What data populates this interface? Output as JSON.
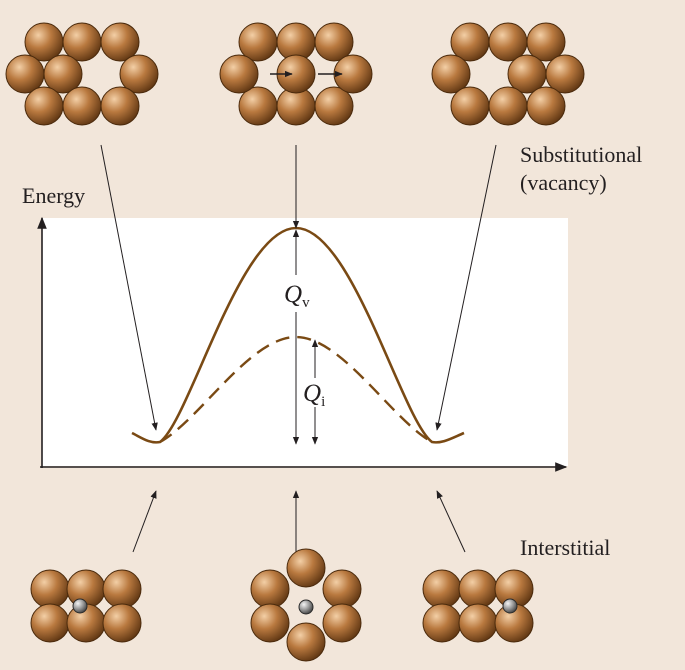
{
  "labels": {
    "energy": "Energy",
    "substitutional_line1": "Substitutional",
    "substitutional_line2": "(vacancy)",
    "interstitial": "Interstitial",
    "q_vacancy": "Q",
    "q_vacancy_sub": "v",
    "q_interstitial": "Q",
    "q_interstitial_sub": "i"
  },
  "colors": {
    "background": "#f2e6da",
    "plot_area": "#ffffff",
    "curve": "#7a4a14",
    "axis": "#231f20",
    "atom_light": "#f3cfa6",
    "atom_mid": "#b9793f",
    "atom_dark": "#5a3210",
    "interstitial_light": "#f4f4f4",
    "interstitial_dark": "#4a4a4a"
  },
  "curves": {
    "vacancy_barrier_style": "solid",
    "interstitial_barrier_style": "dashed"
  }
}
